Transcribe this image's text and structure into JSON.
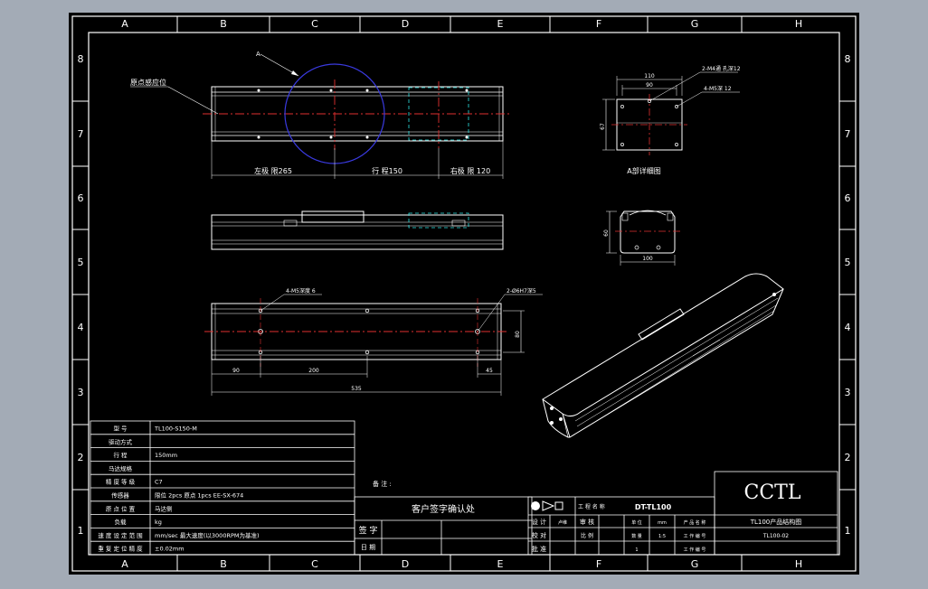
{
  "grid": {
    "columns": [
      "A",
      "B",
      "C",
      "D",
      "E",
      "F",
      "G",
      "H"
    ],
    "rows": [
      "8",
      "7",
      "6",
      "5",
      "4",
      "3",
      "2",
      "1"
    ]
  },
  "top_view": {
    "callout_letter": "A",
    "origin_label": "原点感应位",
    "dim_left_stroke": "左极 限265",
    "dim_stroke": "行 程150",
    "dim_right_stroke": "右极 限 120"
  },
  "detail_a": {
    "caption": "A部详细图",
    "dim_width": "110",
    "dim_inner": "90",
    "dim_height": "67",
    "hole_note_1": "2-M4通 孔深12",
    "hole_note_2": "4-M5深 12"
  },
  "end_view": {
    "dim_width": "100",
    "dim_height": "60"
  },
  "bottom_view": {
    "hole_note_left": "4-M5深度 6",
    "hole_note_right": "2-Ø6H7深5",
    "dim_height": "80",
    "dim_left": "90",
    "dim_pitch": "200",
    "dim_right": "45",
    "dim_total": "535"
  },
  "spec_table": {
    "rows": [
      {
        "label": "型 号",
        "value": "TL100-S150-M"
      },
      {
        "label": "驱动方式",
        "value": ""
      },
      {
        "label": "行 程",
        "value": "150mm"
      },
      {
        "label": "马达规格",
        "value": ""
      },
      {
        "label": "精 度 等 级",
        "value": "C7"
      },
      {
        "label": "传感器",
        "value": "限位 2pcs 原点 1pcs EE-SX-674"
      },
      {
        "label": "原 点 位 置",
        "value": "马达侧"
      },
      {
        "label": "负载",
        "value": "kg"
      },
      {
        "label": "速 度 设 定 范 围",
        "value": "mm/sec  最大速度(以3000RPM为基准)"
      },
      {
        "label": "重 复 定 位 精 度",
        "value": "±0.02mm"
      }
    ]
  },
  "notes_label": "备 注 :",
  "confirm_title": "客户签字确认处",
  "signature_label": "签 字",
  "date_label": "日 期",
  "title_block": {
    "project_label": "工 程 名 称",
    "project_name": "DT-TL100",
    "drawn": "设 计",
    "drawn_by": "卢维",
    "date": "审 核",
    "check": "校 对",
    "scale_label": "比 例",
    "scale": "1:5",
    "approve": "批 准",
    "unit_label": "单 位",
    "unit": "mm",
    "qty_label": "数 量",
    "qty": "1",
    "product_label": "产 品 名 称",
    "product_name": "TL100产品结构图",
    "drawing_no_label": "工 作 编 号",
    "drawing_no": "TL100-02",
    "sheet_label": "工 作 编 号"
  },
  "company": "CCTL"
}
